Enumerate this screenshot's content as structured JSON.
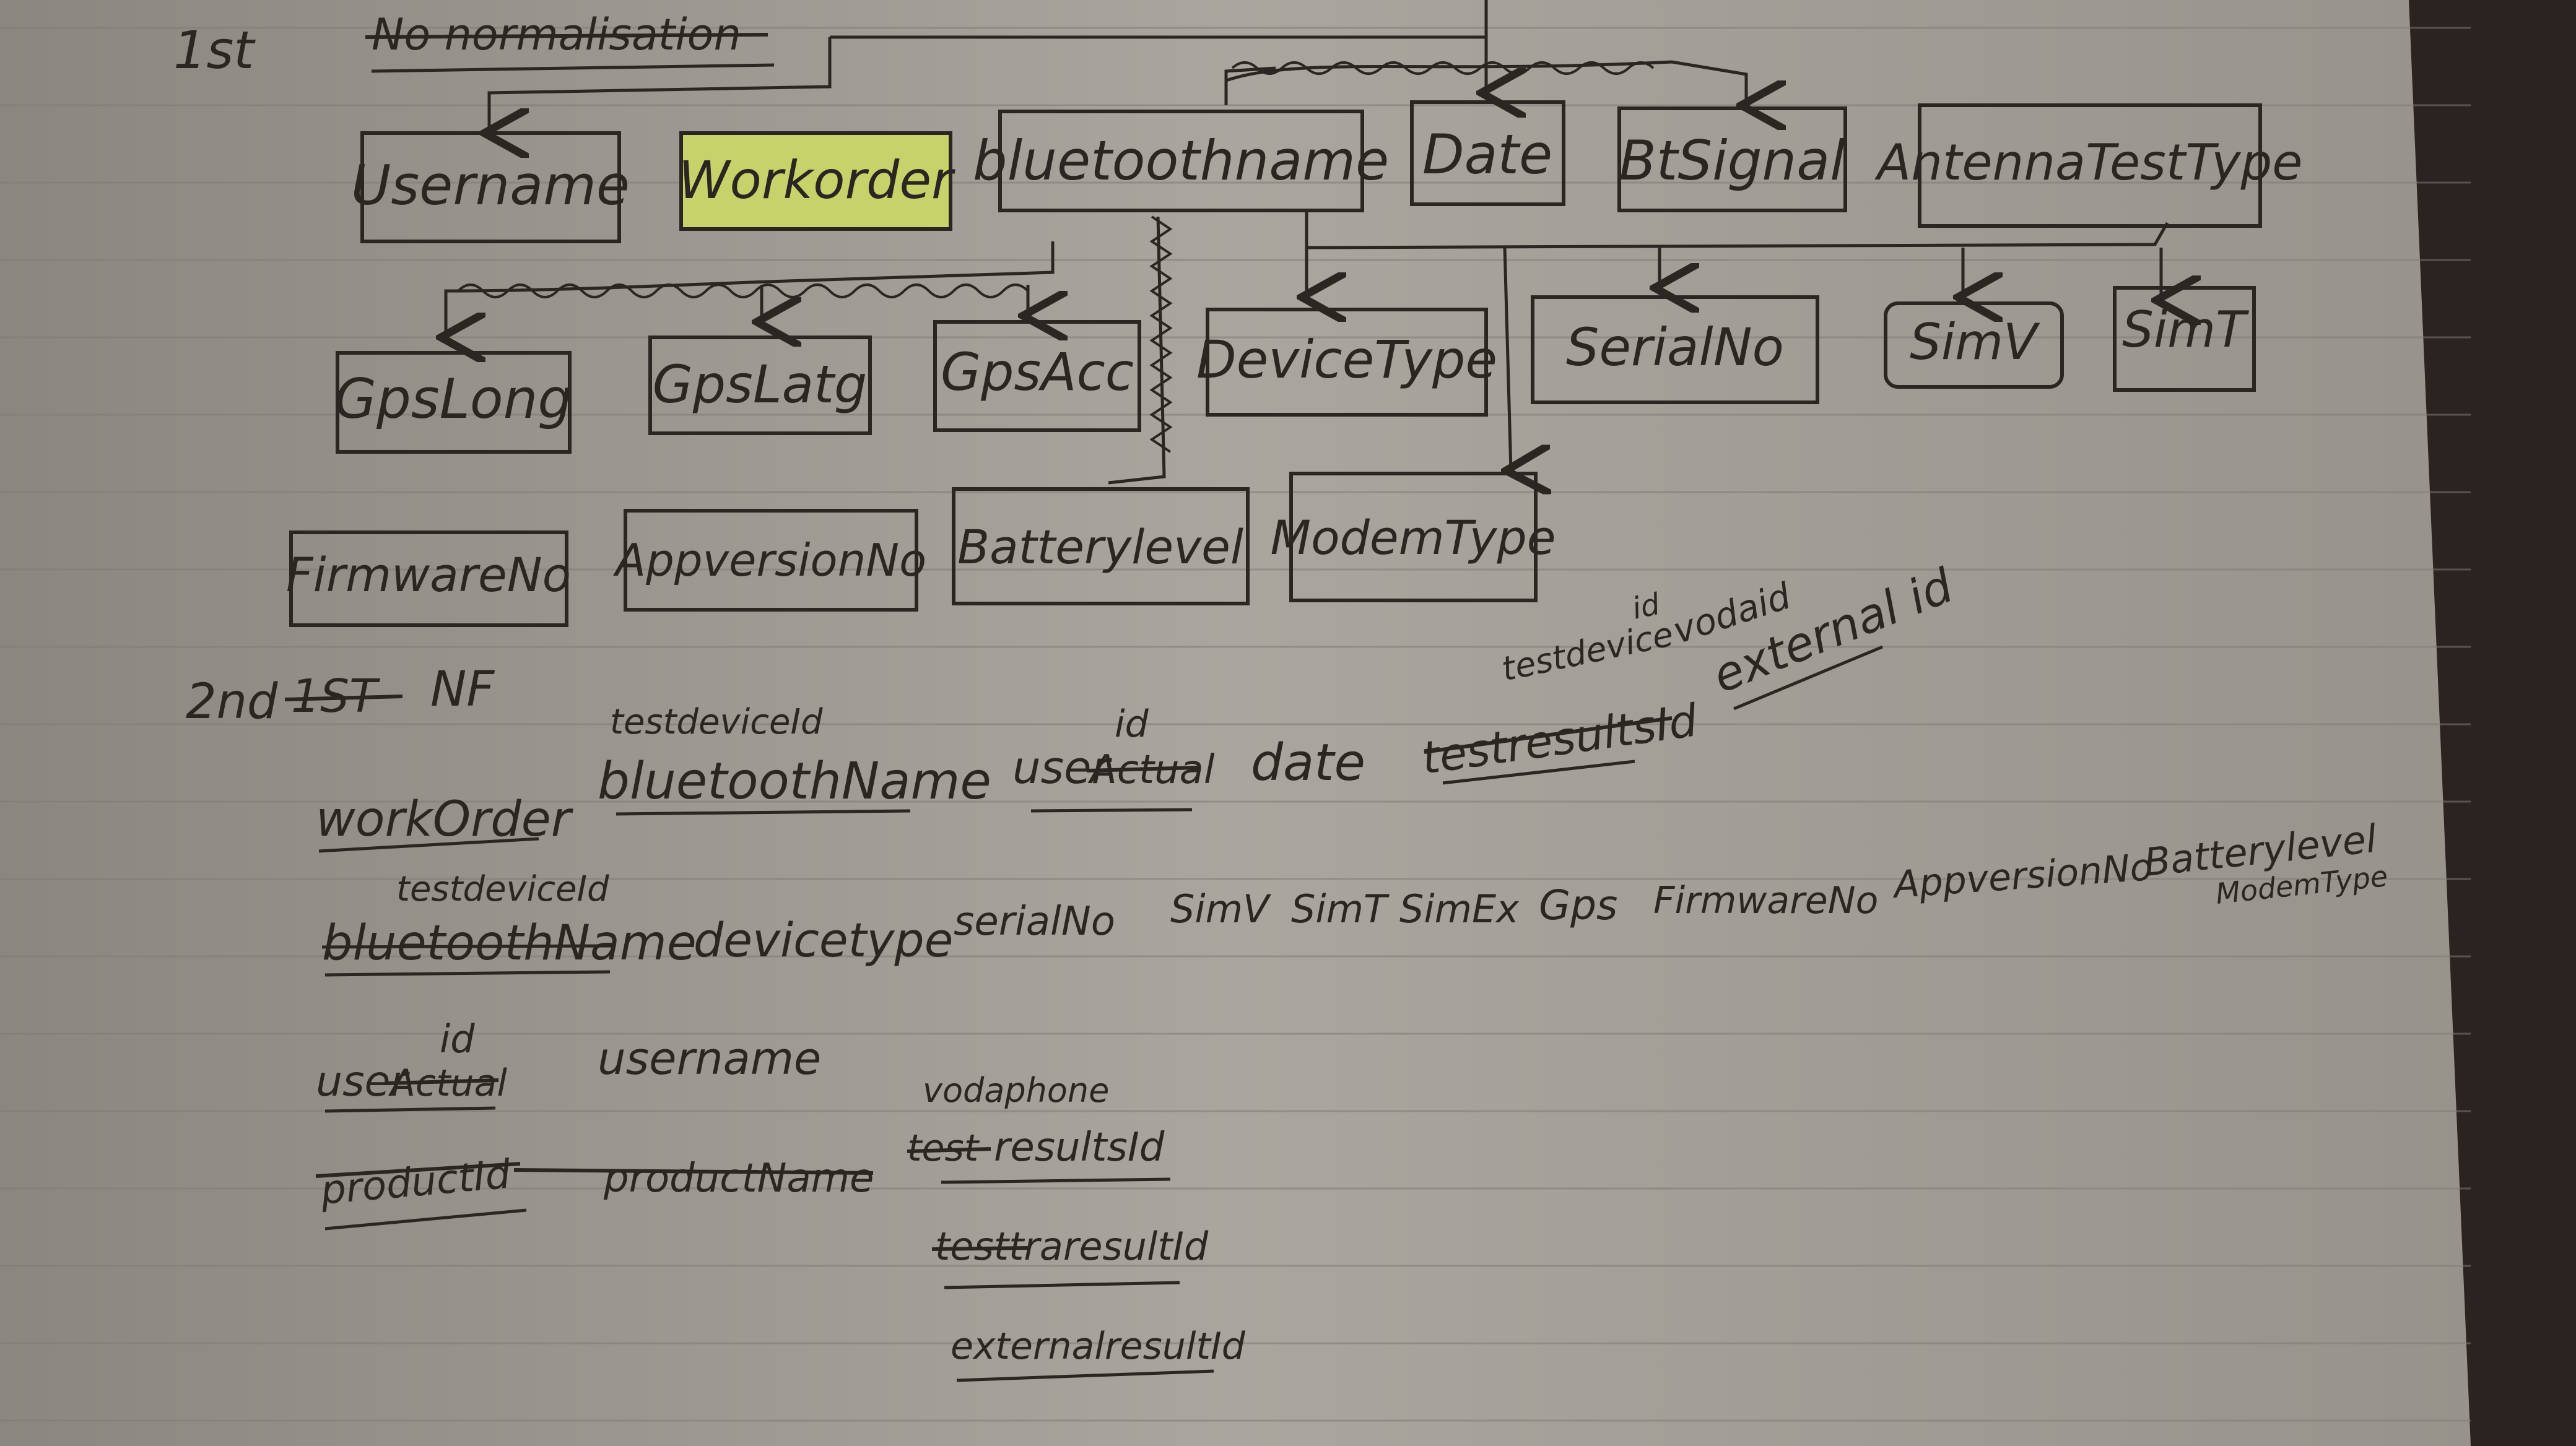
{
  "notes": {
    "first_heading": "1st",
    "first_title_struck": "No normalisation",
    "second_heading": "2nd",
    "second_heading_struck": "1ST",
    "second_heading_suffix": "NF"
  },
  "first_nf_boxes": {
    "username": "Username",
    "workorder": "Workorder",
    "bluetoothname": "bluetoothname",
    "date": "Date",
    "btsignal": "BtSignal",
    "antennatesttype": "AntennaTestType",
    "gpslong": "GpsLong",
    "gpslatg": "GpsLatg",
    "gpsacc": "GpsAcc",
    "devicetype": "DeviceType",
    "serialno": "SerialNo",
    "simv": "SimV",
    "simt": "SimT",
    "firmwareno": "FirmwareNo",
    "appversionno": "AppversionNo",
    "batterylevel": "Batterylevel",
    "modemtype": "ModemType"
  },
  "second_nf": {
    "row1": {
      "workorder": "workOrder",
      "testdeviceid_above": "testdeviceId",
      "bluetoothname": "bluetoothName",
      "id_above": "id",
      "user_prefix": "user",
      "user_struck": "Actual",
      "date": "date",
      "testdevice_above_a": "testdevice",
      "testdevice_above_b": "id",
      "vodaid": "vodaid",
      "testresult_struck": "testresultsId",
      "externalid": "external id"
    },
    "row2": {
      "testdeviceid_above": "testdeviceId",
      "bluetoothname_struck": "bluetoothName",
      "devicetype": "devicetype",
      "serialno": "serialNo",
      "simv": "SimV",
      "simt": "SimT",
      "simex": "SimEx",
      "gps": "Gps",
      "firmwareno": "FirmwareNo",
      "appversionno": "AppversionNo",
      "batterylevel": "Batterylevel",
      "modemtype": "ModemType"
    },
    "row3": {
      "id_above": "id",
      "user_prefix": "user",
      "user_struck": "Actual",
      "username": "username"
    },
    "row4": {
      "vodaphone": "vodaphone",
      "productid_struck": "productId",
      "productname_struck": "productName",
      "test_struck": "test",
      "resultsid": "resultsId",
      "testtraresultid": "testtraresultId",
      "externalresultid": "externalresultId"
    }
  }
}
